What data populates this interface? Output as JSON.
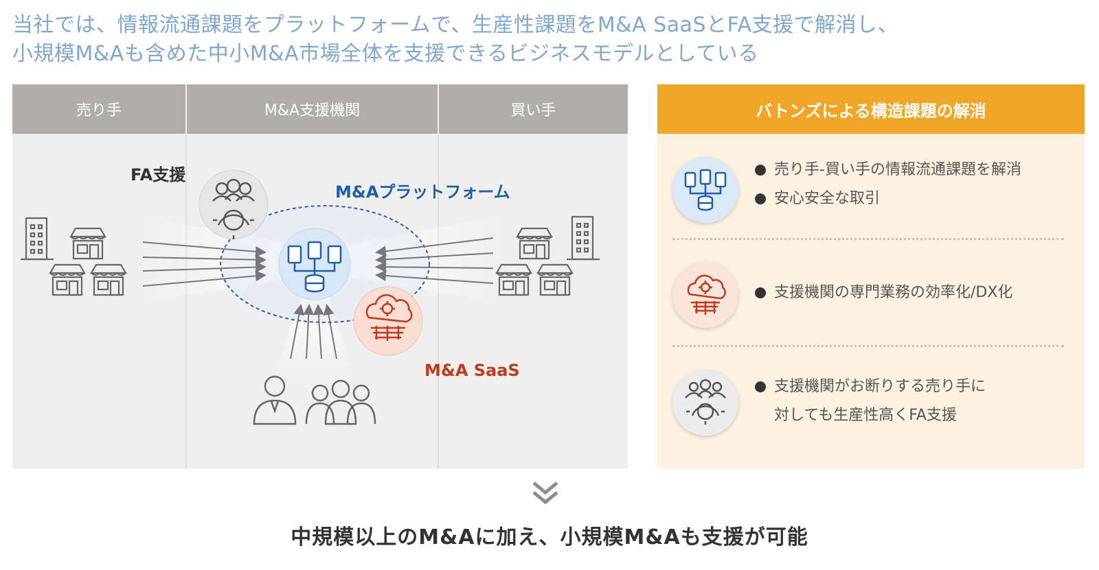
{
  "heading": {
    "line1": "当社では、情報流通課題をプラットフォームで、生産性課題をM&A SaaSとFA支援で解消し、",
    "line2": "小規模M&Aも含めた中小M&A市場全体を支援できるビジネスモデルとしている"
  },
  "diagram": {
    "columns": [
      "売り手",
      "M&A支援機関",
      "買い手"
    ],
    "labels": {
      "fa_support": "FA支援",
      "platform": "M&Aプラットフォーム",
      "saas": "M&A SaaS"
    }
  },
  "right_panel": {
    "title": "バトンズによる構造課題の解消",
    "rows": [
      {
        "icon": "platform-icon",
        "bullets": [
          "売り手-買い手の情報流通課題を解消",
          "安心安全な取引"
        ]
      },
      {
        "icon": "cloud-saas-icon",
        "bullets": [
          "支援機関の専門業務の効率化/DX化"
        ]
      },
      {
        "icon": "team-gear-icon",
        "bullets": [
          "支援機関がお断りする売り手に",
          "対しても生産性高くFA支援"
        ]
      }
    ]
  },
  "footer": "中規模以上のM&Aに加え、小規模M&Aも支援が可能",
  "colors": {
    "heading": "#7fa7cf",
    "header_gray": "#b0aeaa",
    "orange": "#f1a526",
    "blue_label": "#1f5fa8",
    "red_label": "#c0391b"
  }
}
